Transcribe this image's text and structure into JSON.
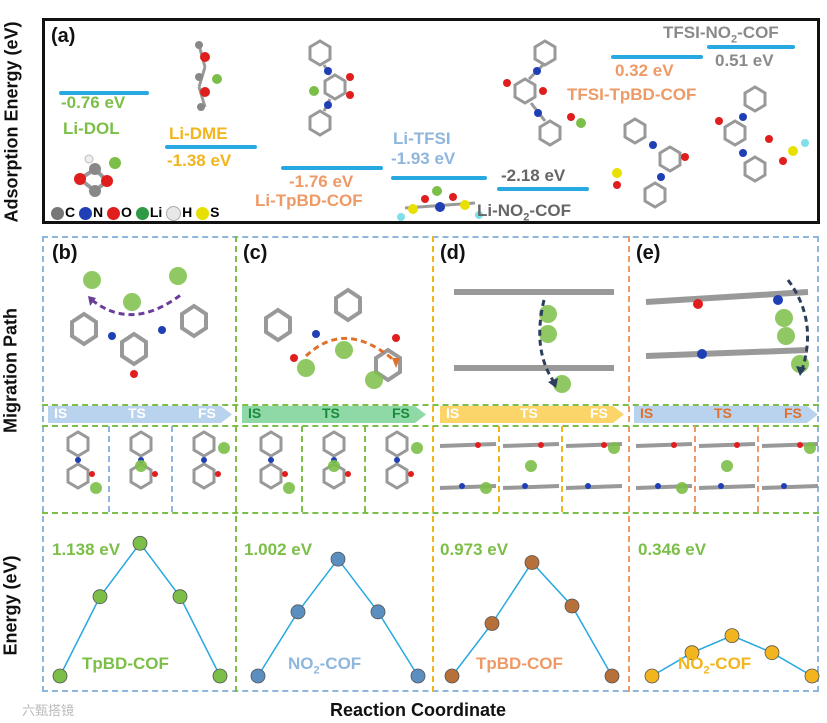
{
  "axis": {
    "y_top": "Adsorption Energy (eV)",
    "y_mid": "Migration Path",
    "y_bottom": "Energy (eV)",
    "x": "Reaction Coordinate"
  },
  "panel_a": {
    "label": "(a)",
    "entries": [
      {
        "value": "-0.76 eV",
        "name": "Li-DOL",
        "color": "#7cbf48"
      },
      {
        "value": "-1.38 eV",
        "name": "Li-DME",
        "color": "#f2b51d"
      },
      {
        "value": "-1.76 eV",
        "name": "Li-TpBD-COF",
        "color": "#ee9a66"
      },
      {
        "value": "-1.93 eV",
        "name": "Li-TFSI",
        "color": "#8fb6dc"
      },
      {
        "value": "-2.18 eV",
        "name": "Li-NO",
        "sub": "2",
        "suffix": "-COF",
        "color": "#666666"
      },
      {
        "value": "0.32 eV",
        "name": "TFSI-TpBD-COF",
        "color": "#ee9a66"
      },
      {
        "value": "0.51 eV",
        "name": "TFSI-NO",
        "sub": "2",
        "suffix": "-COF",
        "color": "#8a8a8a"
      }
    ],
    "legend": [
      {
        "label": "C",
        "color": "#777777"
      },
      {
        "label": "N",
        "color": "#1f3fb5"
      },
      {
        "label": "O",
        "color": "#e01e1e"
      },
      {
        "label": "Li",
        "color": "#2e9a46"
      },
      {
        "label": "H",
        "color": "#e8e8e8"
      },
      {
        "label": "S",
        "color": "#e8e000"
      }
    ]
  },
  "panels": [
    {
      "label": "(b)",
      "is": "IS",
      "ts": "TS",
      "fs": "FS",
      "energy": "1.138 eV",
      "name": "TpBD-COF",
      "name_color": "#7cbf48",
      "band_color": "#b9d3ee",
      "text_color": "#ffffff",
      "line_color": "#8fb6dc",
      "dot_color": "#7cbf48"
    },
    {
      "label": "(c)",
      "is": "IS",
      "ts": "TS",
      "fs": "FS",
      "energy": "1.002 eV",
      "name": "NO",
      "sub": "2",
      "suffix": "-COF",
      "name_color": "#8fb6dc",
      "band_color": "#8fd9a6",
      "text_color": "#1a8a3c",
      "line_color": "#7cbf48",
      "dot_color": "#5b8fbf"
    },
    {
      "label": "(d)",
      "is": "IS",
      "ts": "TS",
      "fs": "FS",
      "energy": "0.973 eV",
      "name": "TpBD-COF",
      "name_color": "#ee9a66",
      "band_color": "#fbd56a",
      "text_color": "#ffffff",
      "line_color": "#f2b51d",
      "dot_color": "#b8703a"
    },
    {
      "label": "(e)",
      "is": "IS",
      "ts": "TS",
      "fs": "FS",
      "energy": "0.346 eV",
      "name": "NO",
      "sub": "2",
      "suffix": "-COF",
      "name_color": "#f2b51d",
      "band_color": "#b9d3ee",
      "text_color": "#e0702a",
      "line_color": "#ee9a66",
      "dot_color": "#f2b51d"
    }
  ],
  "chart_data": {
    "type": "line",
    "xlabel": "Reaction Coordinate",
    "ylabel": "Energy (eV)",
    "series": [
      {
        "name": "TpBD-COF",
        "y": [
          0,
          0.68,
          1.138,
          0.68,
          0
        ]
      },
      {
        "name": "NO2-COF",
        "y": [
          0,
          0.55,
          1.002,
          0.55,
          0
        ]
      },
      {
        "name": "TpBD-COF",
        "y": [
          0,
          0.45,
          0.973,
          0.6,
          0
        ]
      },
      {
        "name": "NO2-COF",
        "y": [
          0,
          0.2,
          0.346,
          0.2,
          0
        ]
      }
    ]
  },
  "watermark": "六甄搭镜"
}
